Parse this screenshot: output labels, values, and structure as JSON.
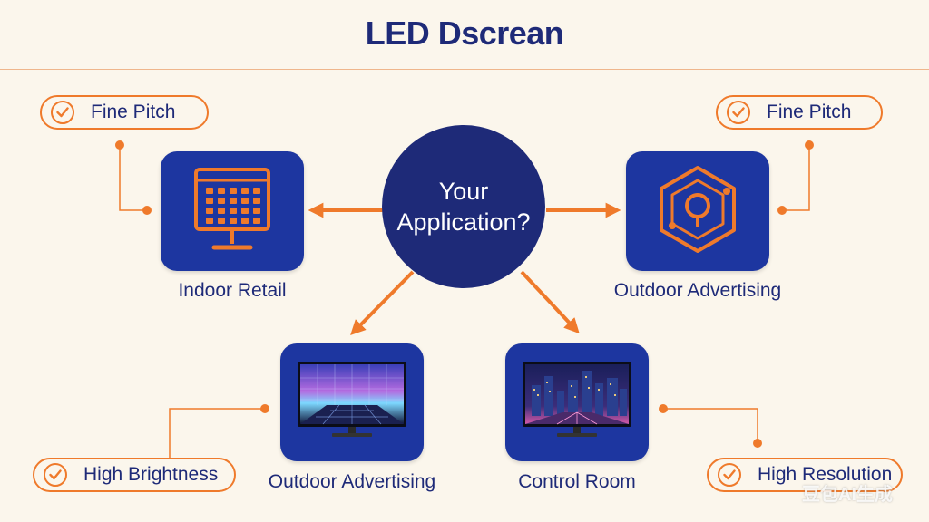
{
  "title": "LED Dscrean",
  "hub": {
    "line1": "Your",
    "line2": "Application?"
  },
  "applications": [
    {
      "label": "Indoor Retail",
      "icon": "led-grid-monitor-icon"
    },
    {
      "label": "Outdoor Advertising",
      "icon": "hexagon-location-icon"
    },
    {
      "label": "Outdoor Advertising",
      "icon": "led-wall-monitor-icon"
    },
    {
      "label": "Control Room",
      "icon": "city-night-monitor-icon"
    }
  ],
  "features": [
    {
      "label": "Fine Pitch"
    },
    {
      "label": "Fine Pitch"
    },
    {
      "label": "High Brightness"
    },
    {
      "label": "High Resolution"
    }
  ],
  "watermark": "豆包AI生成",
  "colors": {
    "background": "#fbf6ec",
    "navy": "#1e2a78",
    "tile_blue": "#1d36a0",
    "accent_orange": "#ef7a2b"
  }
}
